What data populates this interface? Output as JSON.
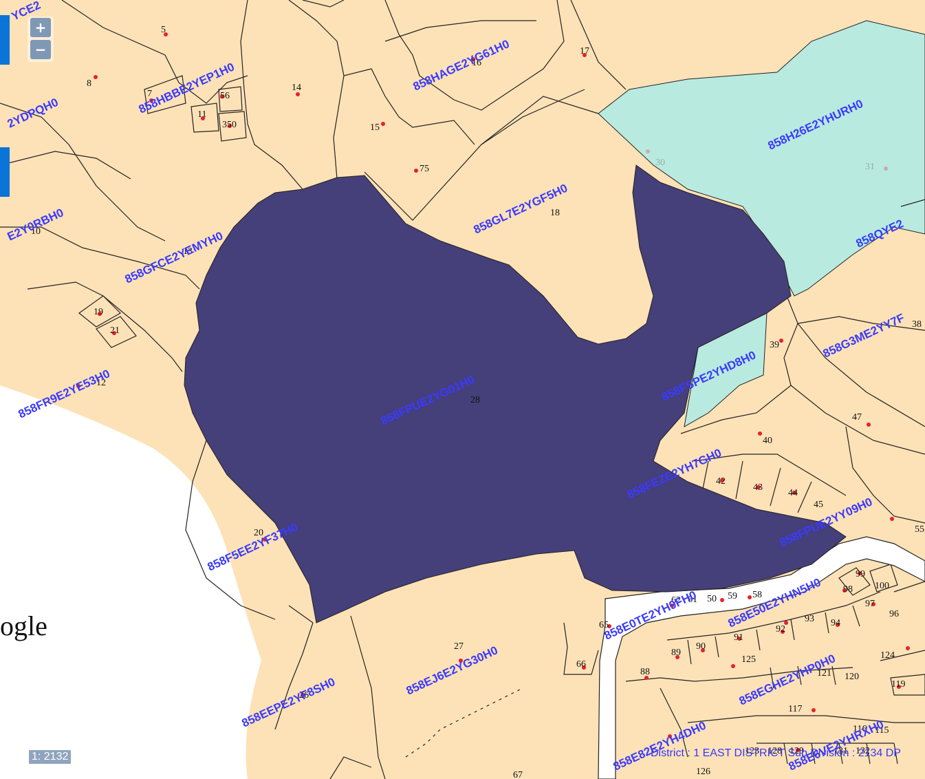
{
  "colors": {
    "parcel": "#fde2b7",
    "highlight": "#453f7a",
    "water": "#b9eae0",
    "road": "#ffffff",
    "label_blue": "#3a3aff",
    "dot": "#e8202a"
  },
  "controls": {
    "zoom_in": "+",
    "zoom_out": "−",
    "scale": "1: 2132",
    "attribution_partial": "ogle",
    "info_text": "District : 1 EAST DISTRICT Sub Division : 2134 DP"
  },
  "lot_labels": [
    {
      "id": "l5",
      "text": "5"
    },
    {
      "id": "l8",
      "text": "8"
    },
    {
      "id": "l7",
      "text": "7"
    },
    {
      "id": "l56",
      "text": "56"
    },
    {
      "id": "l11",
      "text": "11"
    },
    {
      "id": "l350",
      "text": "350"
    },
    {
      "id": "l14",
      "text": "14"
    },
    {
      "id": "l16",
      "text": "16"
    },
    {
      "id": "l17",
      "text": "17"
    },
    {
      "id": "l15",
      "text": "15"
    },
    {
      "id": "l75",
      "text": "75"
    },
    {
      "id": "l18",
      "text": "18"
    },
    {
      "id": "l30",
      "text": "30"
    },
    {
      "id": "l31",
      "text": "31"
    },
    {
      "id": "l10",
      "text": "10"
    },
    {
      "id": "l13",
      "text": "13"
    },
    {
      "id": "l19",
      "text": "19"
    },
    {
      "id": "l21",
      "text": "21"
    },
    {
      "id": "l12",
      "text": "12"
    },
    {
      "id": "l28",
      "text": "28"
    },
    {
      "id": "l38",
      "text": "38"
    },
    {
      "id": "l39",
      "text": "39"
    },
    {
      "id": "l40",
      "text": "40"
    },
    {
      "id": "l47",
      "text": "47"
    },
    {
      "id": "l42",
      "text": "42"
    },
    {
      "id": "l43",
      "text": "43"
    },
    {
      "id": "l44",
      "text": "44"
    },
    {
      "id": "l45",
      "text": "45"
    },
    {
      "id": "l20",
      "text": "20"
    },
    {
      "id": "l55",
      "text": "55"
    },
    {
      "id": "l99",
      "text": "99"
    },
    {
      "id": "l100",
      "text": "100"
    },
    {
      "id": "l98",
      "text": "98"
    },
    {
      "id": "l97",
      "text": "97"
    },
    {
      "id": "l96",
      "text": "96"
    },
    {
      "id": "l50",
      "text": "50"
    },
    {
      "id": "l59",
      "text": "59"
    },
    {
      "id": "l58",
      "text": "58"
    },
    {
      "id": "l61",
      "text": "61"
    },
    {
      "id": "l62",
      "text": "62"
    },
    {
      "id": "l65",
      "text": "65"
    },
    {
      "id": "l93",
      "text": "93"
    },
    {
      "id": "l94",
      "text": "94"
    },
    {
      "id": "l92",
      "text": "92"
    },
    {
      "id": "l91",
      "text": "91"
    },
    {
      "id": "l90",
      "text": "90"
    },
    {
      "id": "l89",
      "text": "89"
    },
    {
      "id": "l124",
      "text": "124"
    },
    {
      "id": "l125",
      "text": "125"
    },
    {
      "id": "l27",
      "text": "27"
    },
    {
      "id": "l66",
      "text": "66"
    },
    {
      "id": "l88",
      "text": "88"
    },
    {
      "id": "l121",
      "text": "121"
    },
    {
      "id": "l120",
      "text": "120"
    },
    {
      "id": "l119",
      "text": "119"
    },
    {
      "id": "l117",
      "text": "117"
    },
    {
      "id": "l26",
      "text": "26"
    },
    {
      "id": "l116",
      "text": "116"
    },
    {
      "id": "l115",
      "text": "115"
    },
    {
      "id": "l126",
      "text": "126"
    },
    {
      "id": "l123",
      "text": "123"
    },
    {
      "id": "l128",
      "text": "128"
    },
    {
      "id": "l129",
      "text": "129"
    },
    {
      "id": "l131",
      "text": "131"
    },
    {
      "id": "l132",
      "text": "132"
    },
    {
      "id": "l67",
      "text": "67"
    }
  ],
  "parcel_codes": [
    {
      "id": "c1",
      "text": "858HAGE2YG61H0"
    },
    {
      "id": "c2",
      "text": "858HBBE2YEP1H0"
    },
    {
      "id": "c3",
      "text": "2YDPQH0"
    },
    {
      "id": "c4",
      "text": "858H26E2YHURH0"
    },
    {
      "id": "c5",
      "text": "858GL7E2YGF5H0"
    },
    {
      "id": "c6",
      "text": "E2Y0RBH0"
    },
    {
      "id": "c7",
      "text": "858GFCE2YEMYH0"
    },
    {
      "id": "c8",
      "text": "858G3ME2YY7F"
    },
    {
      "id": "c9",
      "text": "858FR9E2YE53H0"
    },
    {
      "id": "c10",
      "text": "858FPUE2YG01H0"
    },
    {
      "id": "c11",
      "text": "858FSPE2YHD8H0"
    },
    {
      "id": "c12",
      "text": "858FEZE2YH7GH0"
    },
    {
      "id": "c13",
      "text": "858FPUE2YY09H0"
    },
    {
      "id": "c14",
      "text": "858F5EE2YF37H0"
    },
    {
      "id": "c15",
      "text": "858E0TE2YH9FH0"
    },
    {
      "id": "c16",
      "text": "858E50E2YHN5H0"
    },
    {
      "id": "c17",
      "text": "858EJ6E2YG30H0"
    },
    {
      "id": "c18",
      "text": "858EEPE2YF8SH0"
    },
    {
      "id": "c19",
      "text": "858EGHE2YHP0H0"
    },
    {
      "id": "c20",
      "text": "858E82E2YH4DH0"
    },
    {
      "id": "c21",
      "text": "858E6VE2YHRXH0"
    },
    {
      "id": "c22",
      "text": "858QYE2"
    },
    {
      "id": "c23",
      "text": "YCE2"
    }
  ]
}
